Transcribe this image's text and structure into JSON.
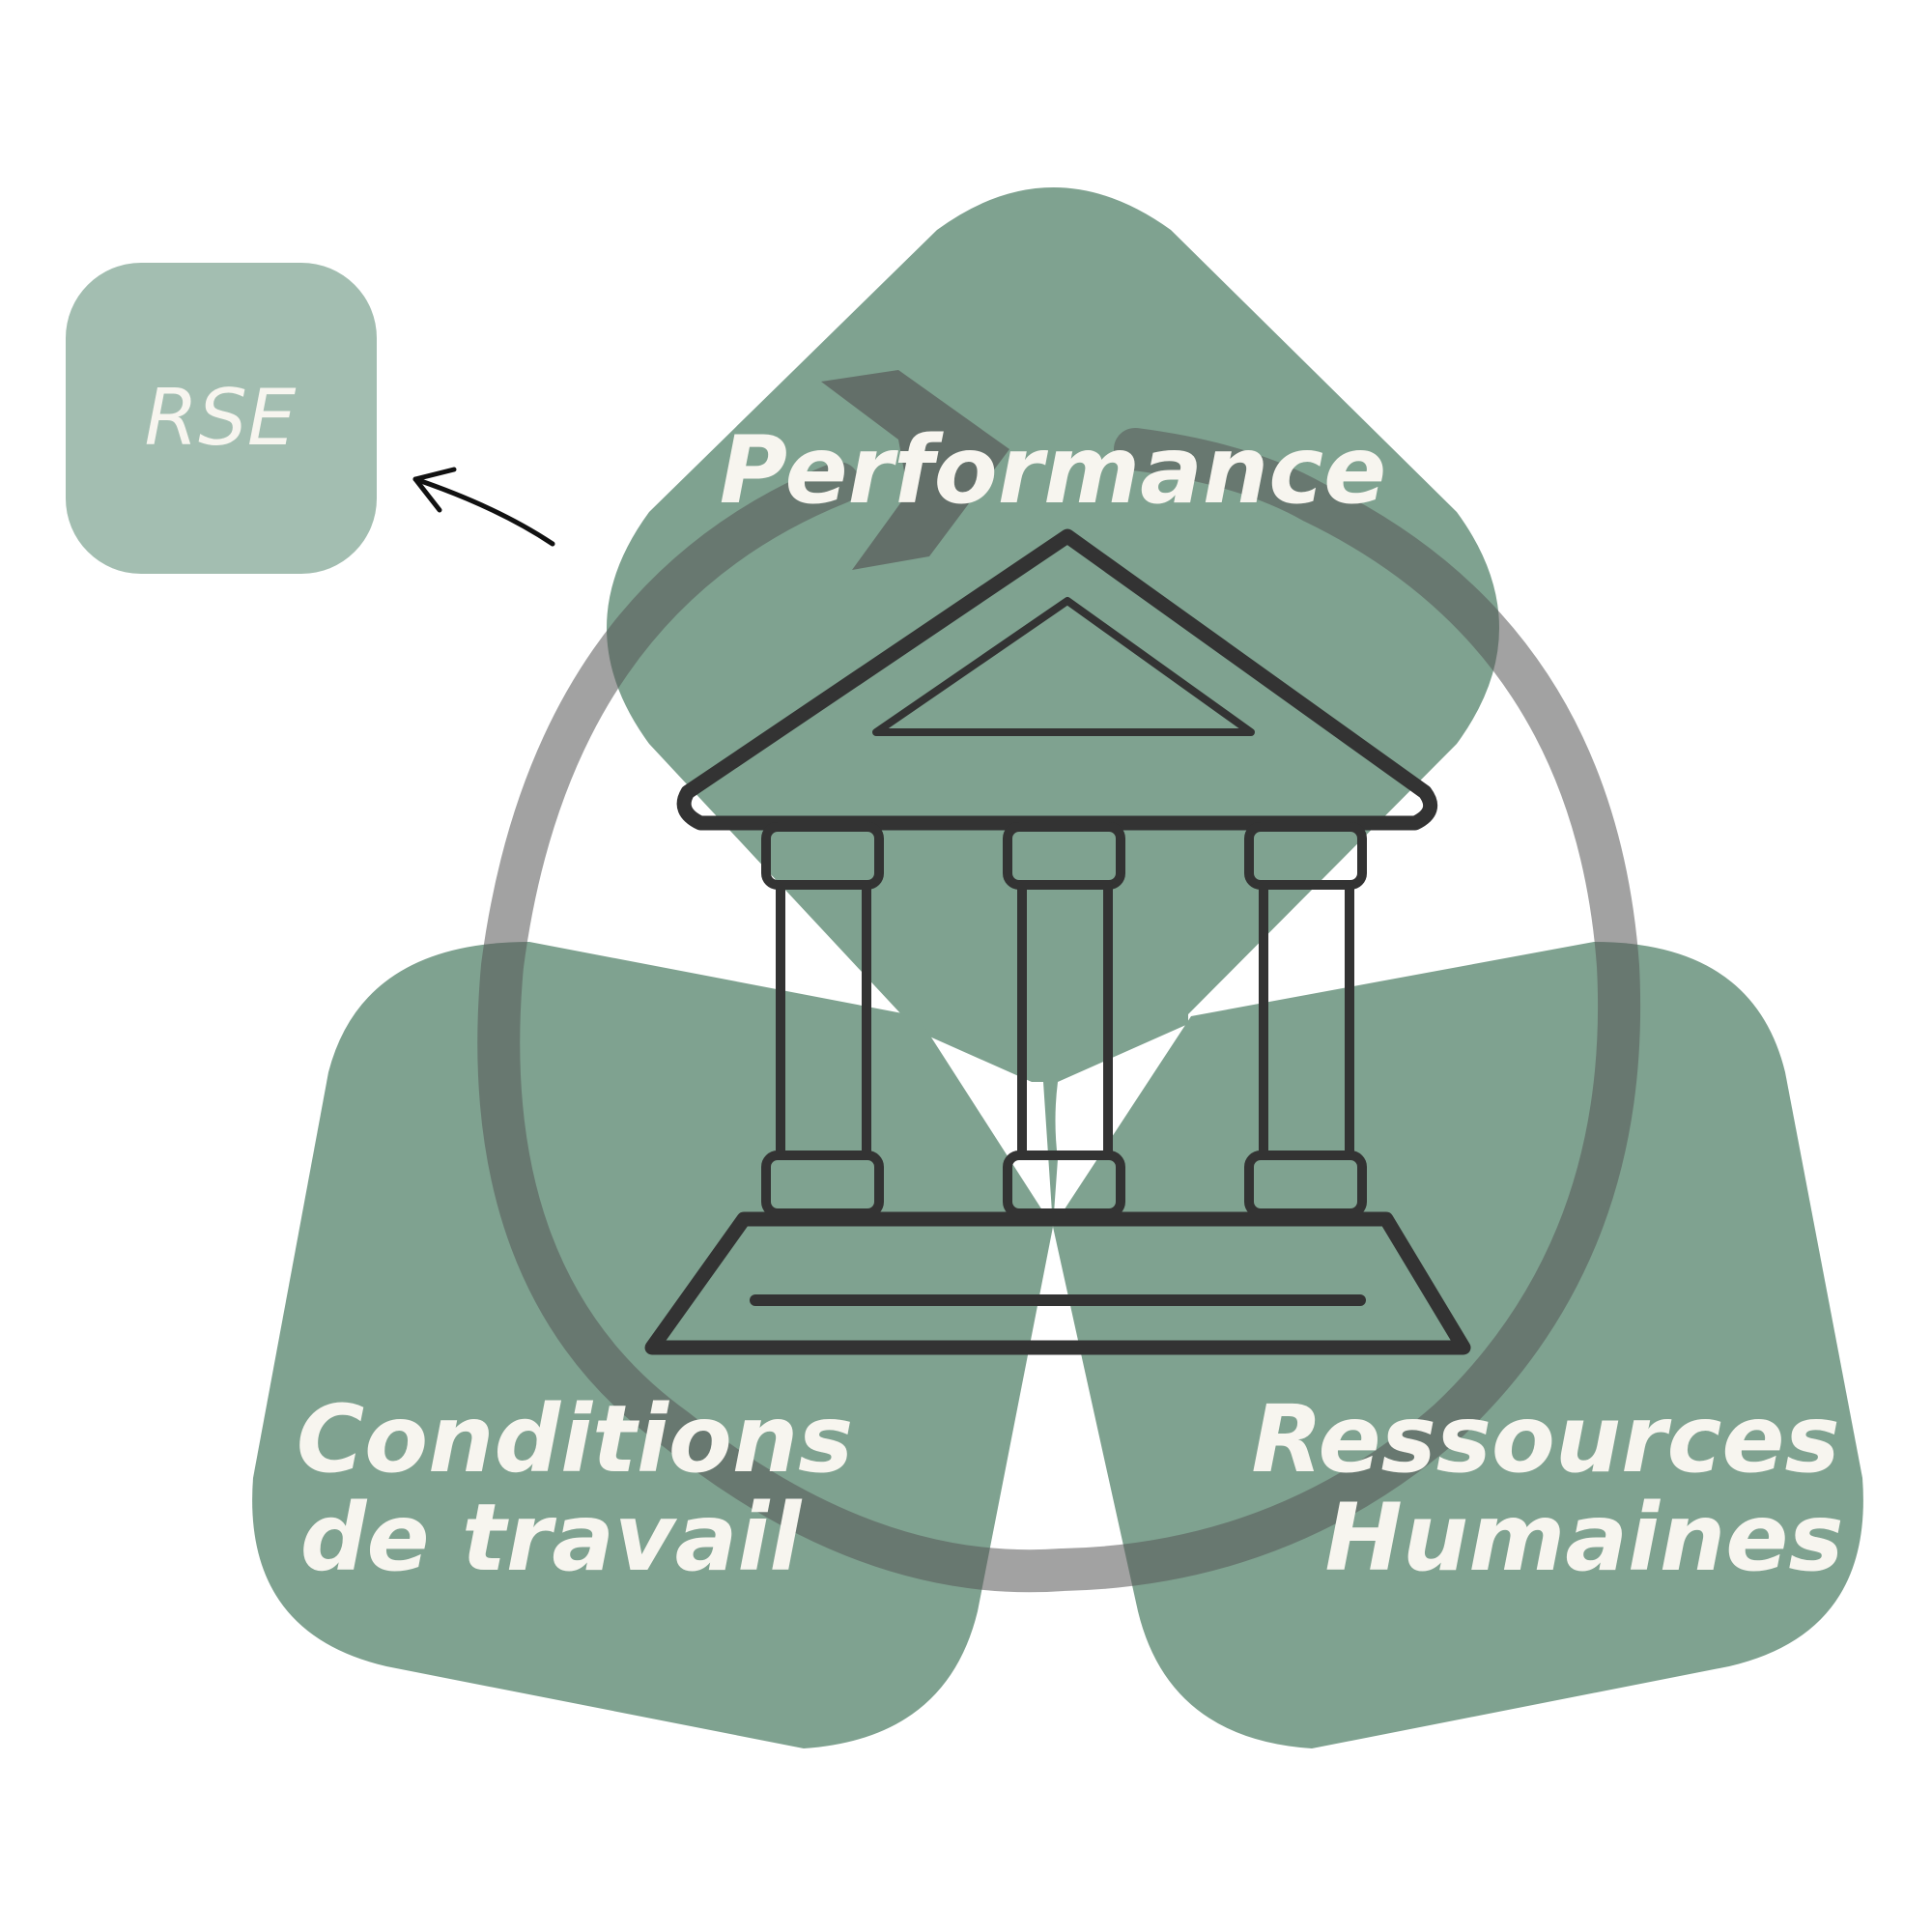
{
  "colors": {
    "background": "#ffffff",
    "shape_green": "#7fa290",
    "rse_green": "#a3beb1",
    "ring_gray": "#555555",
    "building_dark": "#333333",
    "label_text": "#f7f5ef",
    "arrow": "#111111"
  },
  "rse_box": {
    "label": "RSE"
  },
  "petals": {
    "top": {
      "label": "Performance"
    },
    "left": {
      "line1": "Conditions",
      "line2": "de travail"
    },
    "right": {
      "line1": "Ressources",
      "line2": "Humaines"
    }
  },
  "icons": {
    "center": "bank-building-icon",
    "cycle": "circular-arrow-icon",
    "pointer": "curved-arrow-icon"
  }
}
